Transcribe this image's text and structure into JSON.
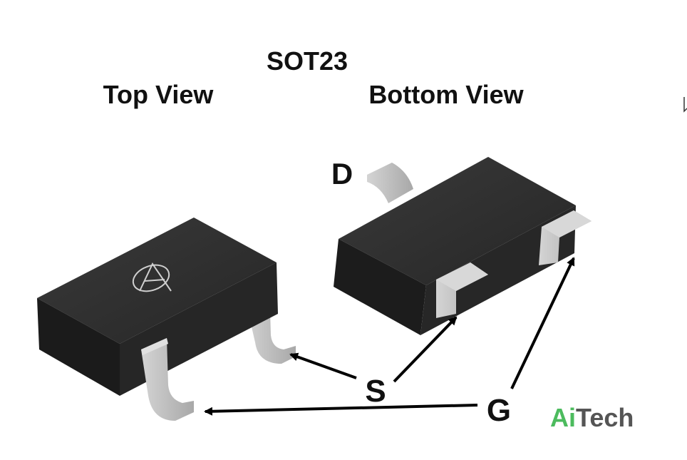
{
  "title": "SOT23",
  "views": {
    "top": "Top View",
    "bottom": "Bottom View"
  },
  "pins": {
    "drain": "D",
    "source": "S",
    "gate": "G"
  },
  "brand": {
    "prefix": "Ai",
    "suffix": "Tech",
    "colors": {
      "prefix": "#4cbb5e",
      "suffix": "#555555"
    }
  },
  "colors": {
    "package_top": "#2e2e2e",
    "package_front": "#1e1e1e",
    "package_side": "#2a2a2a",
    "lead": "#c4c4c4",
    "lead_shade": "#9c9c9c",
    "arrow": "#000000"
  }
}
